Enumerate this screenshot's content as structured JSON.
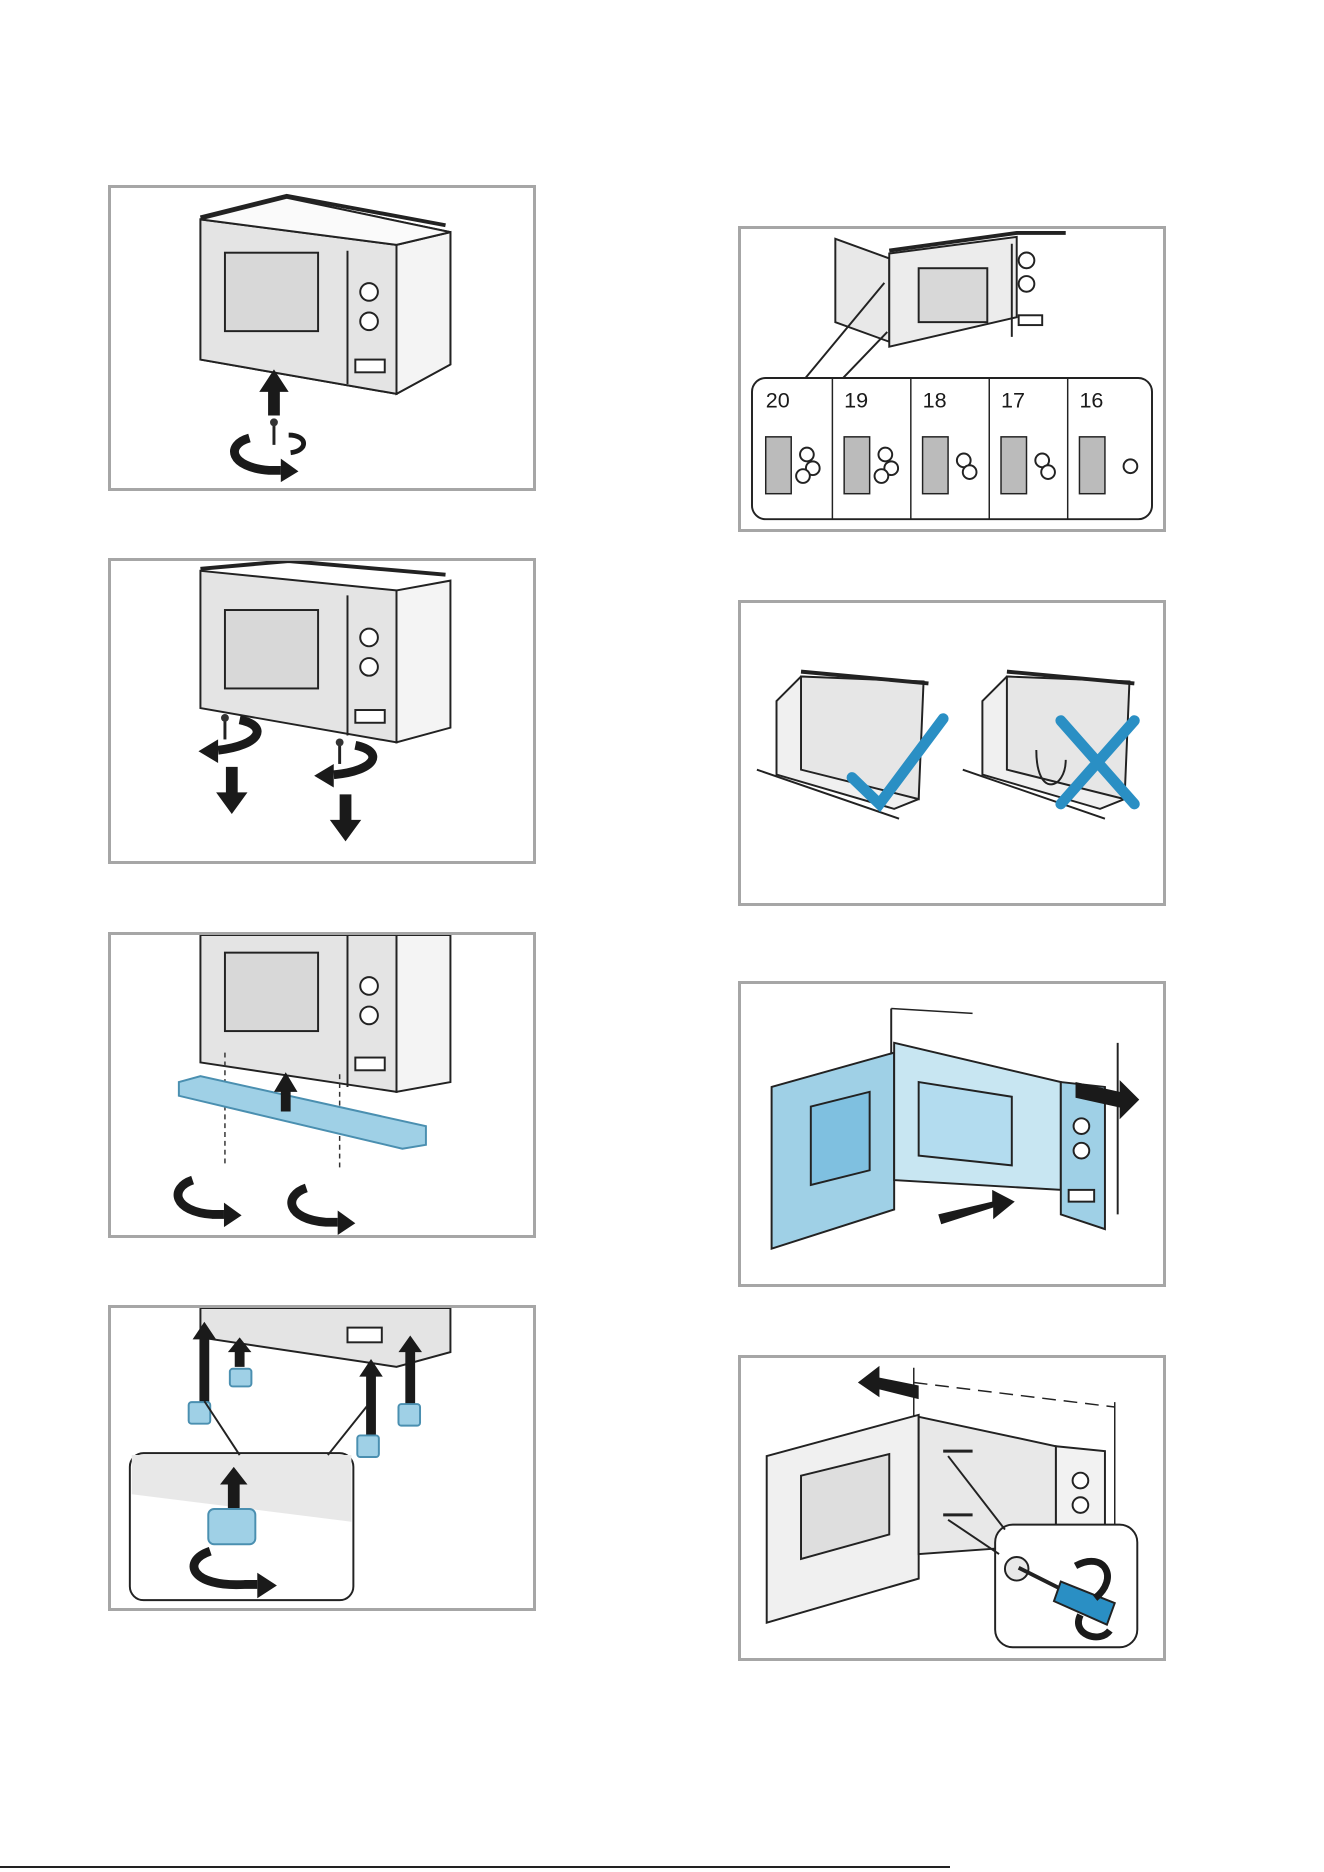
{
  "gap_options": [
    {
      "label": "20"
    },
    {
      "label": "19"
    },
    {
      "label": "18"
    },
    {
      "label": "17"
    },
    {
      "label": "16"
    }
  ],
  "colors": {
    "frame": "#a6a6a6",
    "accent_blue": "#9fd0e6",
    "accent_stroke": "#4a8fb0",
    "check": "#2a8fc4"
  },
  "icons": [
    "screw-icon",
    "rotate-arrow-icon",
    "up-arrow-icon",
    "down-arrow-icon",
    "right-arrow-icon",
    "left-arrow-icon",
    "checkmark-icon",
    "cross-icon",
    "screwdriver-icon"
  ]
}
